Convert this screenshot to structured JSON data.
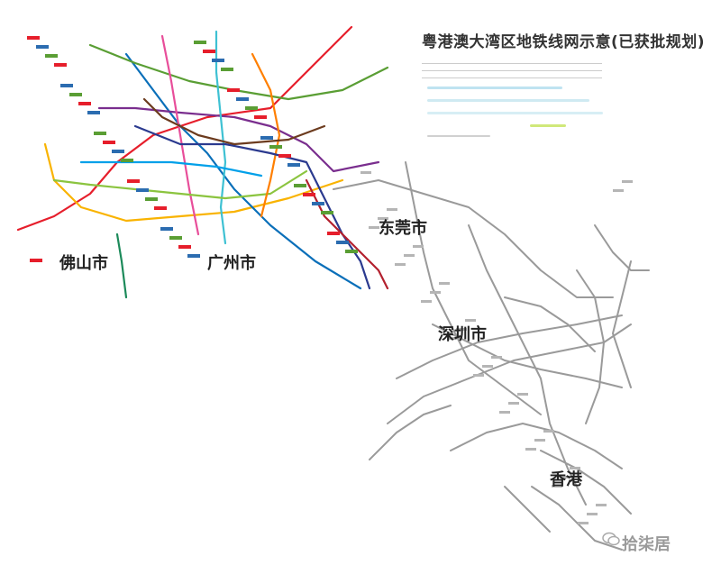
{
  "map": {
    "title": "粤港澳大湾区地铁线网示意(已获批规划)",
    "labels": {
      "foshan": "佛山市",
      "guangzhou": "广州市",
      "dongguan": "东莞市",
      "shenzhen": "深圳市",
      "hongkong": "香港"
    },
    "watermark": "拾柒居"
  },
  "colors": {
    "background": "#ffffff",
    "gray_lines": "#9a9a9a",
    "guangzhou_lines": [
      "#e61e2b",
      "#f9b300",
      "#0a6fb9",
      "#5a9e34",
      "#7a2e8e",
      "#3ec1d3",
      "#e84e9a",
      "#8bc43f",
      "#1c8a5a",
      "#ff7f00",
      "#2b3a8f",
      "#b3202e",
      "#00a0e9",
      "#6c3b1e"
    ]
  }
}
